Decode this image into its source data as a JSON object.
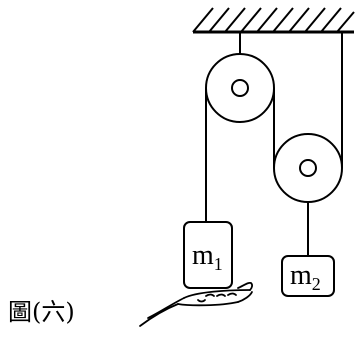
{
  "figure": {
    "caption": "圖(六)",
    "mass_1": {
      "symbol": "m",
      "subscript": "1"
    },
    "mass_2": {
      "symbol": "m",
      "subscript": "2"
    }
  }
}
